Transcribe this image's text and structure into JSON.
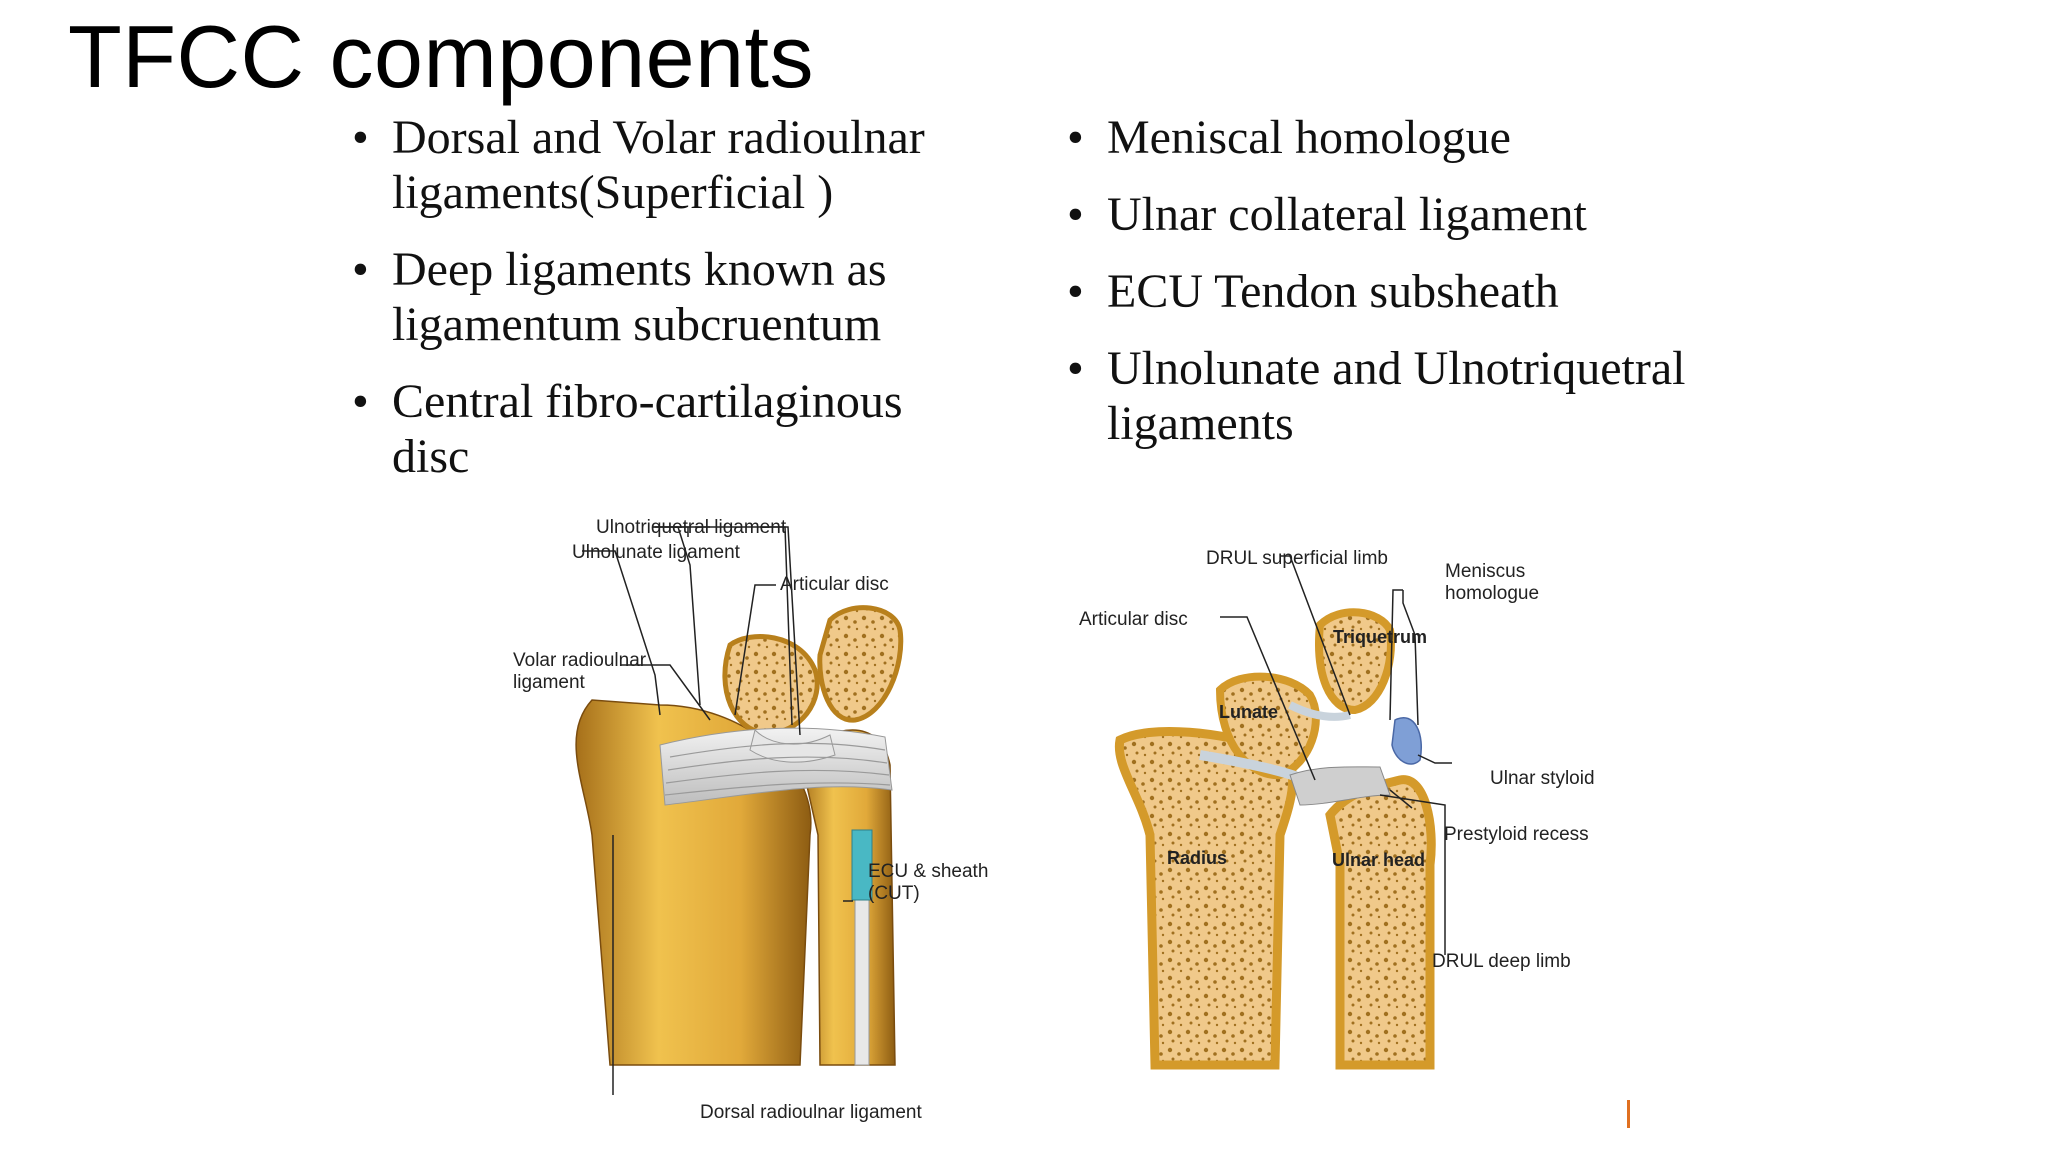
{
  "slide": {
    "title": "TFCC components",
    "left_bullets": [
      "Dorsal and Volar radioulnar ligaments(Superficial )",
      "Deep ligaments known as ligamentum subcruentum",
      "Central fibro-cartilaginous disc"
    ],
    "right_bullets": [
      "Meniscal homologue",
      "Ulnar collateral ligament",
      "ECU Tendon subsheath",
      "Ulnolunate and Ulnotriquetral ligaments"
    ]
  },
  "figure": {
    "left_labels": {
      "ulnotriquetral": "Ulnotriquetral ligament",
      "ulnolunate": "Ulnolunate ligament",
      "articular_disc": "Articular disc",
      "volar_1": "Volar radioulnar",
      "volar_2": "ligament",
      "ecu_1": "ECU & sheath",
      "ecu_2": "(CUT)",
      "dorsal": "Dorsal radioulnar ligament"
    },
    "right_labels": {
      "drul_superficial": "DRUL superficial limb",
      "meniscus_1": "Meniscus",
      "meniscus_2": "homologue",
      "articular_disc": "Articular disc",
      "triquetrum": "Triquetrum",
      "lunate": "Lunate",
      "ulnar_styloid": "Ulnar styloid",
      "prestyloid": "Prestyloid recess",
      "radius": "Radius",
      "ulnar_head": "Ulnar head",
      "drul_deep": "DRUL deep limb"
    },
    "colors": {
      "bone": "#e6b545",
      "bone_dark": "#b8801c",
      "cancellous": "#f0c98a",
      "ligament": "#d8d8d8",
      "ecu": "#49b8c4",
      "meniscus": "#7f9fd6"
    }
  }
}
